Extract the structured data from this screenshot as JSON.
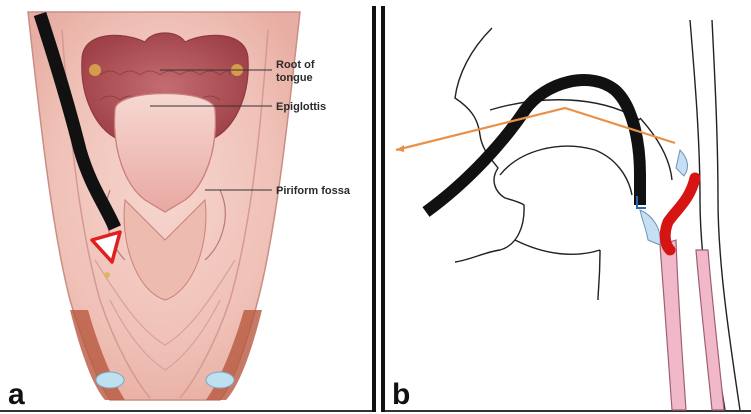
{
  "panels": [
    {
      "letter": "a"
    },
    {
      "letter": "b"
    }
  ],
  "labels": {
    "root_of_tongue_line1": "Root of",
    "root_of_tongue_line2": "tongue",
    "epiglottis": "Epiglottis",
    "piriform_fossa": "Piriform fossa"
  },
  "colors": {
    "endoscope": "#111111",
    "endoscope_tip_outline": "#e02020",
    "sight_line": "#e8914a",
    "highlight_red": "#d61414",
    "esophagus_pink": "#f0b8c8",
    "mucosa": "#f3c9c2",
    "tongue_root": "#b95a5e"
  }
}
